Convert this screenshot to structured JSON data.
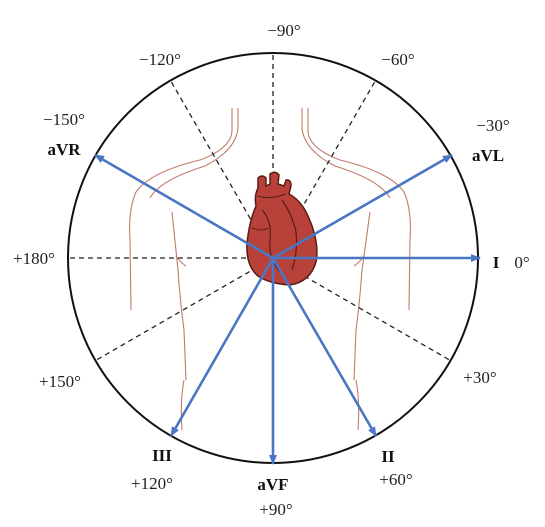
{
  "colors": {
    "axis_blue": "#4a76c4",
    "circle": "#111111",
    "dashed": "#222222",
    "body_outline": "#b5604f",
    "heart_fill": "#b8423a",
    "heart_stroke": "#5a1b18"
  },
  "angle_labels": {
    "m90": "−90°",
    "m120": "−120°",
    "m60": "−60°",
    "m150": "−150°",
    "m30": "−30°",
    "p180": "+180°",
    "zero": "0°",
    "p150": "+150°",
    "p30": "+30°",
    "p120": "+120°",
    "p90": "+90°",
    "p60": "+60°"
  },
  "lead_labels": {
    "avr": "aVR",
    "avl": "aVL",
    "i": "I",
    "ii": "II",
    "iii": "III",
    "avf": "aVF"
  },
  "icons": [
    "heart-icon",
    "torso-outline"
  ]
}
